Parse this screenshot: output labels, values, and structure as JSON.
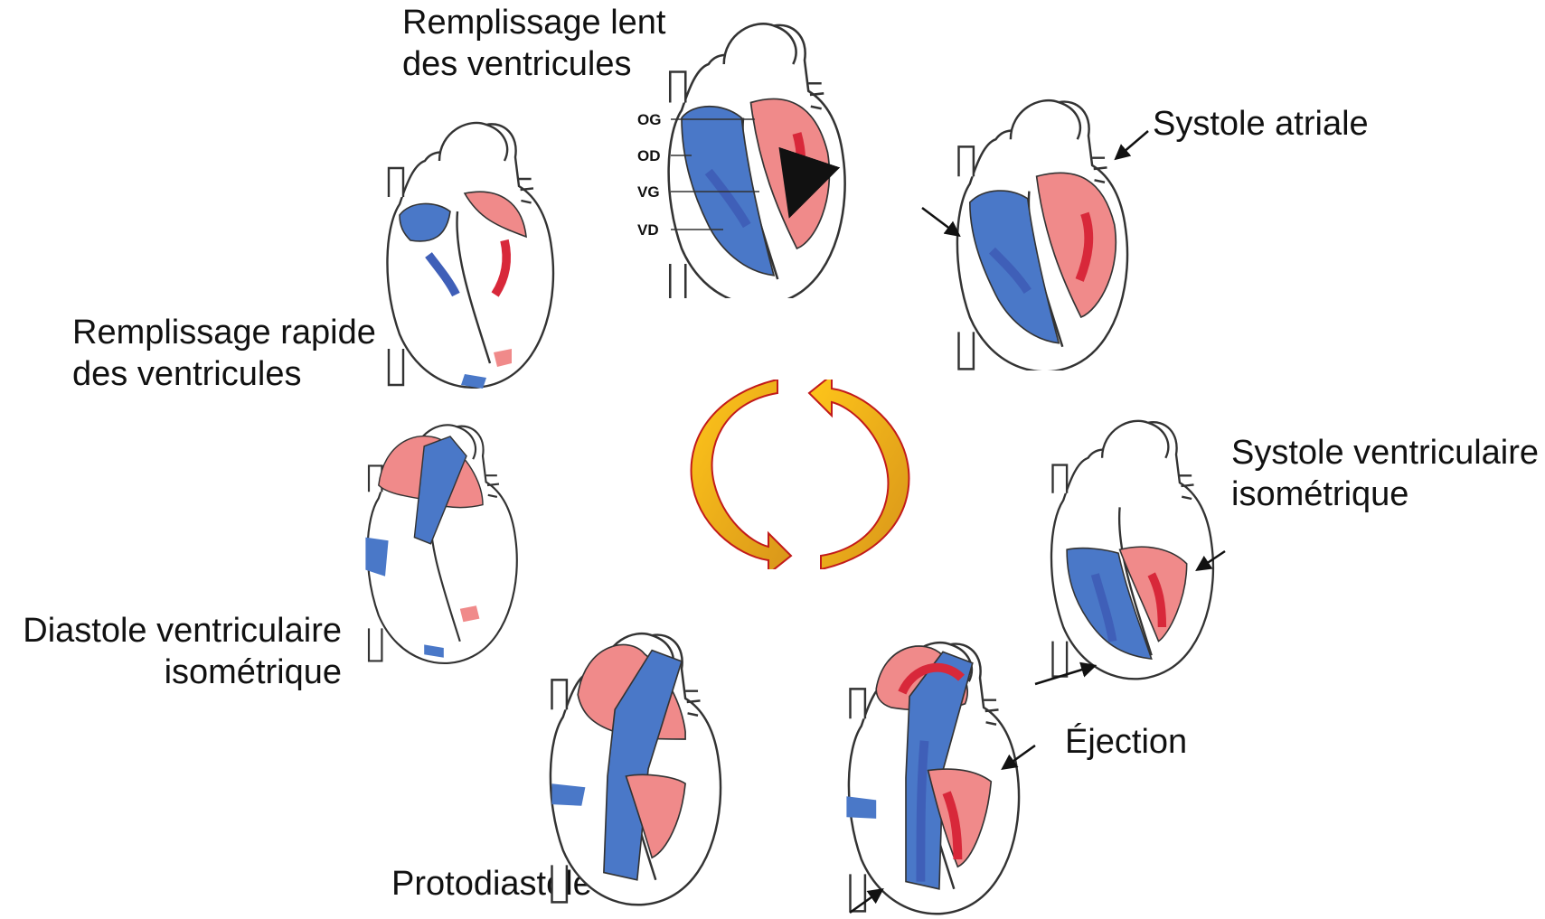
{
  "labels": {
    "remplissage_lent": [
      "Remplissage lent",
      "des ventricules"
    ],
    "systole_atriale": "Systole atriale",
    "remplissage_rapide": [
      "Remplissage rapide",
      "des ventricules"
    ],
    "systole_ventriculaire": [
      "Systole ventriculaire",
      "isométrique"
    ],
    "diastole_ventriculaire": [
      "Diastole ventriculaire",
      "isométrique"
    ],
    "ejection": "Éjection",
    "protodiastole": "Protodiastole"
  },
  "chamber_tags": {
    "og": "OG",
    "od": "OD",
    "vg": "VG",
    "vd": "VD"
  },
  "colors": {
    "venous_blue": "#4a78c8",
    "arterial_red": "#f08a8a",
    "arrow_red": "#d8283a",
    "arrow_blue": "#3f5fb8",
    "cycle_fill_a": "#ffbf1f",
    "cycle_fill_b": "#c8901a",
    "cycle_stroke": "#c21a1a"
  },
  "icons": {
    "cycle": "circular-arrows-icon",
    "pressure_arrow": "black-arrow-icon"
  }
}
